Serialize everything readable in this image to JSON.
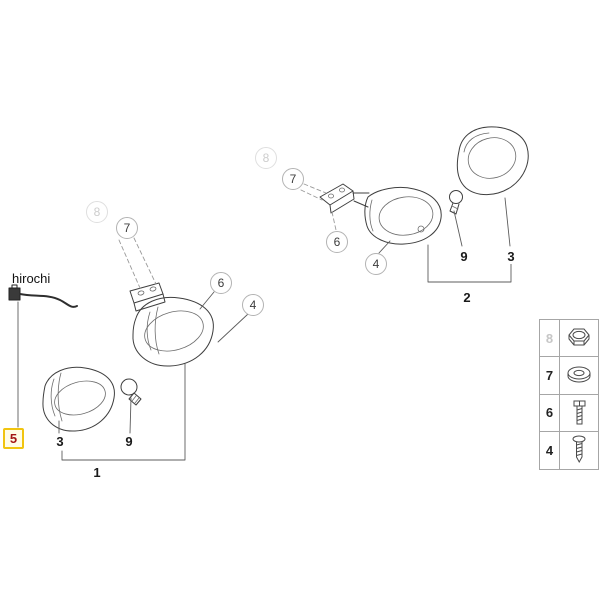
{
  "watermark": "hirochi",
  "highlight": {
    "label": "5",
    "border_color": "#f1c40f",
    "text_color": "#a31515"
  },
  "callouts_group1": {
    "c8": "8",
    "c7": "7",
    "c6": "6",
    "c4": "4",
    "n3": "3",
    "n9": "9",
    "n1": "1"
  },
  "callouts_group2": {
    "c8": "8",
    "c7": "7",
    "c6": "6",
    "c4": "4",
    "n9": "9",
    "n3": "3",
    "n2": "2"
  },
  "hardware_table": {
    "rows": [
      {
        "num": "8",
        "icon": "hex-nut"
      },
      {
        "num": "7",
        "icon": "washer"
      },
      {
        "num": "6",
        "icon": "machine-screw"
      },
      {
        "num": "4",
        "icon": "tapping-screw"
      }
    ]
  }
}
